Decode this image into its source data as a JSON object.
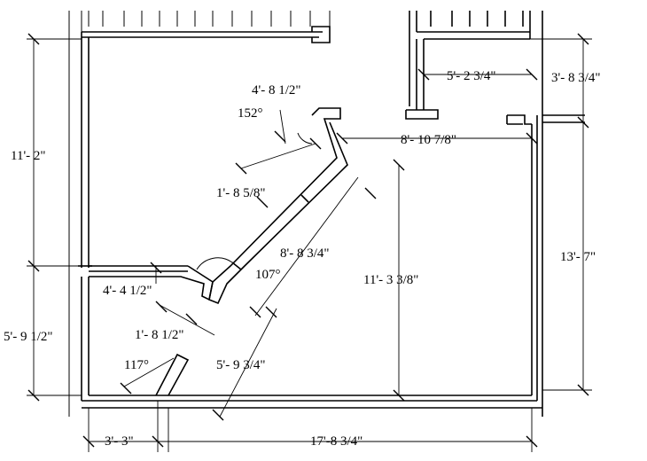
{
  "dimensions": {
    "top_wall_left": "11'- 2\"",
    "lower_left": "5'- 9 1/2\"",
    "bottom_left": "3'- 3\"",
    "bottom_main": "17'-8 3/4\"",
    "right_main": "13'- 7\"",
    "closet_width": "5'- 2 3/4\"",
    "closet_depth": "3'- 8 3/4\"",
    "angled_top": "4'- 8 1/2\"",
    "angle_top": "152°",
    "opening": "8'- 10 7/8\"",
    "short_segment": "1'- 8 5/8\"",
    "diagonal_long": "8'- 8 3/4\"",
    "inner_height": "11'- 3 3/8\"",
    "angle_mid": "107°",
    "left_segment": "4'- 4 1/2\"",
    "short_lower": "1'- 8 1/2\"",
    "diagonal_lower": "5'- 9 3/4\"",
    "angle_low": "117°"
  }
}
